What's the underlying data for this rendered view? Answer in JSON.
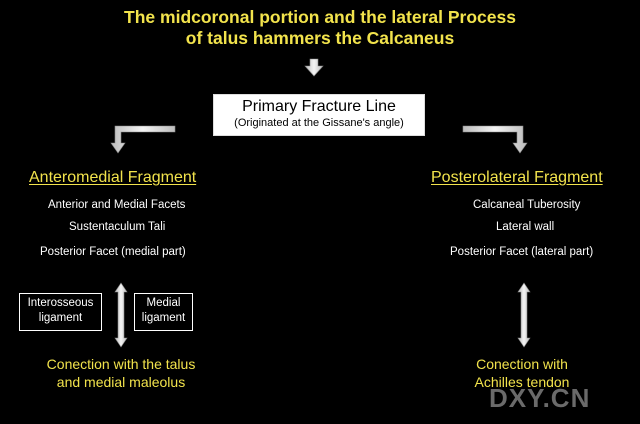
{
  "title": {
    "line1": "The midcoronal portion and the lateral Process",
    "line2": "of talus hammers the Calcaneus"
  },
  "primary_box": {
    "heading": "Primary Fracture Line",
    "subheading": "(Originated at the Gissane's angle)"
  },
  "left_branch": {
    "heading": "Anteromedial Fragment",
    "items": [
      "Anterior and Medial Facets",
      "Sustentaculum Tali",
      "Posterior Facet (medial part)"
    ],
    "boxes": [
      {
        "line1": "Interosseous",
        "line2": "ligament"
      },
      {
        "line1": "Medial",
        "line2": "ligament"
      }
    ],
    "connection": {
      "line1": "Conection with the talus",
      "line2": "and medial maleolus"
    }
  },
  "right_branch": {
    "heading": "Posterolateral Fragment",
    "items": [
      "Calcaneal Tuberosity",
      "Lateral wall",
      "Posterior Facet (lateral part)"
    ],
    "connection": {
      "line1": "Conection with",
      "line2": "Achilles tendon"
    }
  },
  "watermark": "DXY.CN",
  "colors": {
    "background": "#000000",
    "accent": "#f2e34c",
    "text": "#ffffff",
    "arrow": "#c8c8c8"
  }
}
